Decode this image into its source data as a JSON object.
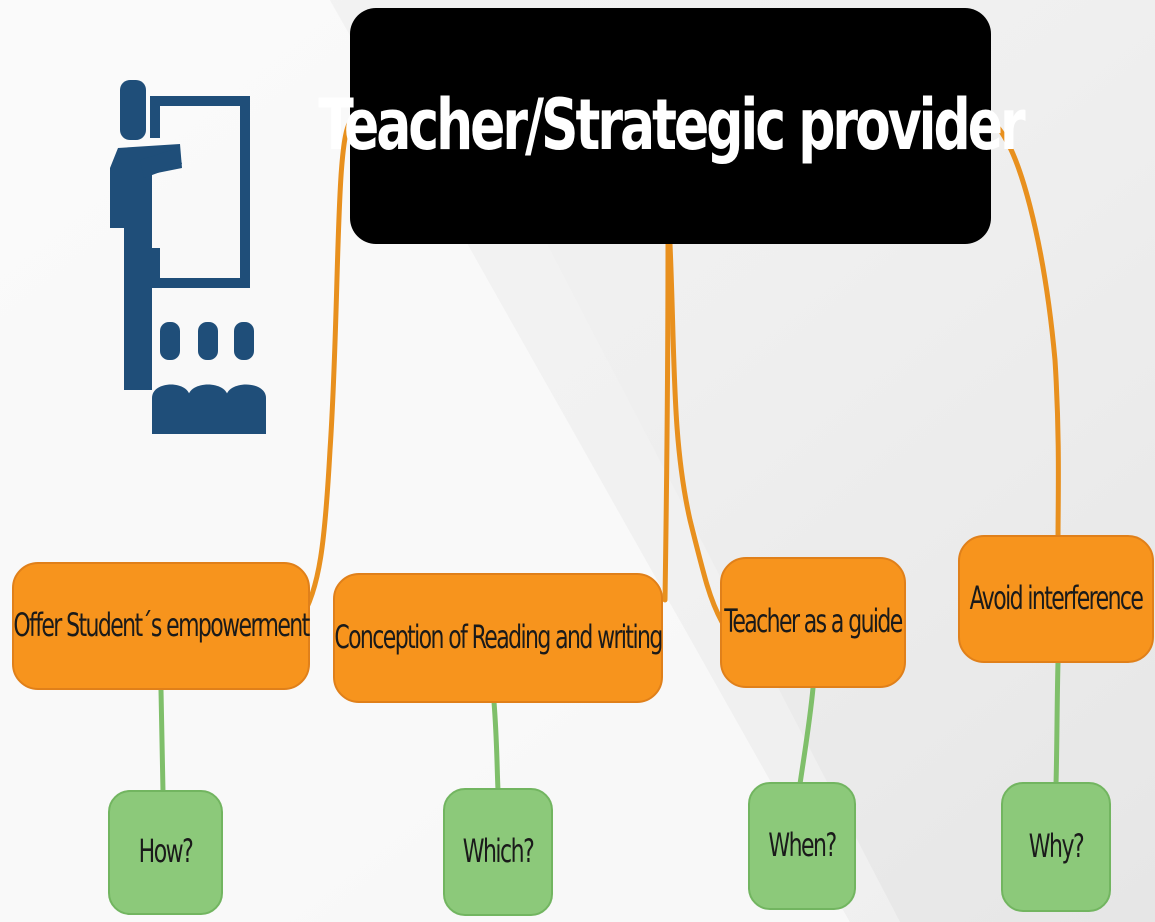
{
  "diagram": {
    "root": {
      "label": "Teacher/Strategic provider"
    },
    "branches": [
      {
        "label": "Offer Student´s empowerment",
        "question": "How?"
      },
      {
        "label": "Conception of Reading and writing",
        "question": "Which?"
      },
      {
        "label": "Teacher as a guide",
        "question": "When?"
      },
      {
        "label": "Avoid interference",
        "question": "Why?"
      }
    ]
  },
  "icon": {
    "name": "teacher-presentation-icon",
    "color": "#1f4e79"
  },
  "colors": {
    "root_bg": "#000000",
    "branch_bg": "#f7941d",
    "leaf_bg": "#8cc97a",
    "connector_orange": "#e8901e",
    "connector_green": "#7fbf6a"
  }
}
